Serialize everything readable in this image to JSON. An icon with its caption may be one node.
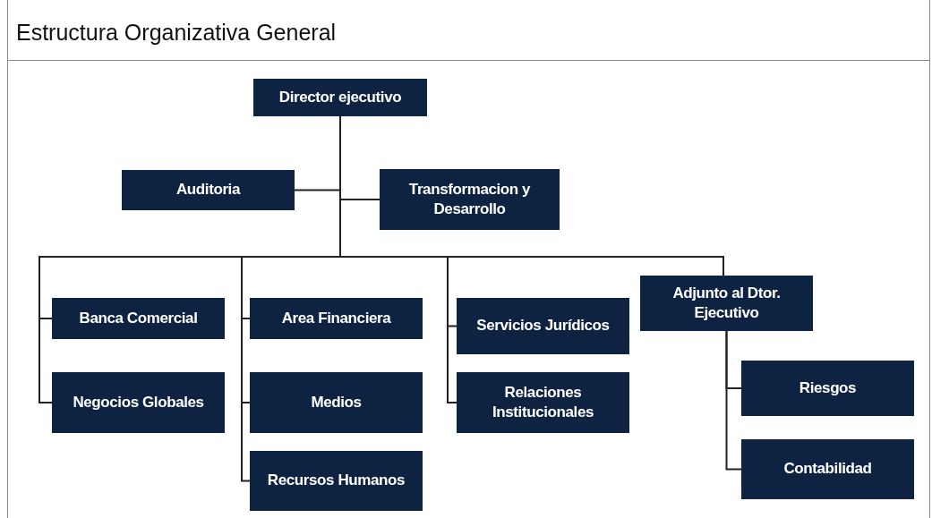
{
  "diagram": {
    "title": "Estructura Organizativa General",
    "nodes": [
      {
        "text": [
          "Director ejecutivo"
        ]
      },
      {
        "text": [
          "Auditoria"
        ]
      },
      {
        "text": [
          "Transformacion y Desarrollo"
        ]
      },
      {
        "text": [
          "Banca Comercial"
        ]
      },
      {
        "text": [
          "Negocios Globales"
        ]
      },
      {
        "text": [
          "Area Financiera"
        ]
      },
      {
        "text": [
          "Medios"
        ]
      },
      {
        "text": [
          "Recursos Humanos"
        ]
      },
      {
        "text": [
          "Servicios Jurídicos"
        ]
      },
      {
        "text": [
          "Relaciones Institucionales"
        ]
      },
      {
        "text": [
          "Adjunto al Dtor. Ejecutivo"
        ]
      },
      {
        "text": [
          "Riesgos"
        ]
      },
      {
        "text": [
          "Contabilidad"
        ]
      }
    ],
    "edges": [
      {
        "from": 0,
        "to": 1,
        "arrow": "none"
      },
      {
        "from": 0,
        "to": 2,
        "arrow": "none"
      },
      {
        "from": 0,
        "to": 3,
        "arrow": "none"
      },
      {
        "from": 0,
        "to": 4,
        "arrow": "none"
      },
      {
        "from": 0,
        "to": 5,
        "arrow": "none"
      },
      {
        "from": 0,
        "to": 6,
        "arrow": "none"
      },
      {
        "from": 0,
        "to": 7,
        "arrow": "none"
      },
      {
        "from": 0,
        "to": 8,
        "arrow": "none"
      },
      {
        "from": 0,
        "to": 9,
        "arrow": "none"
      },
      {
        "from": 0,
        "to": 10,
        "arrow": "none"
      },
      {
        "from": 10,
        "to": 11,
        "arrow": "none"
      },
      {
        "from": 10,
        "to": 12,
        "arrow": "none"
      }
    ]
  }
}
